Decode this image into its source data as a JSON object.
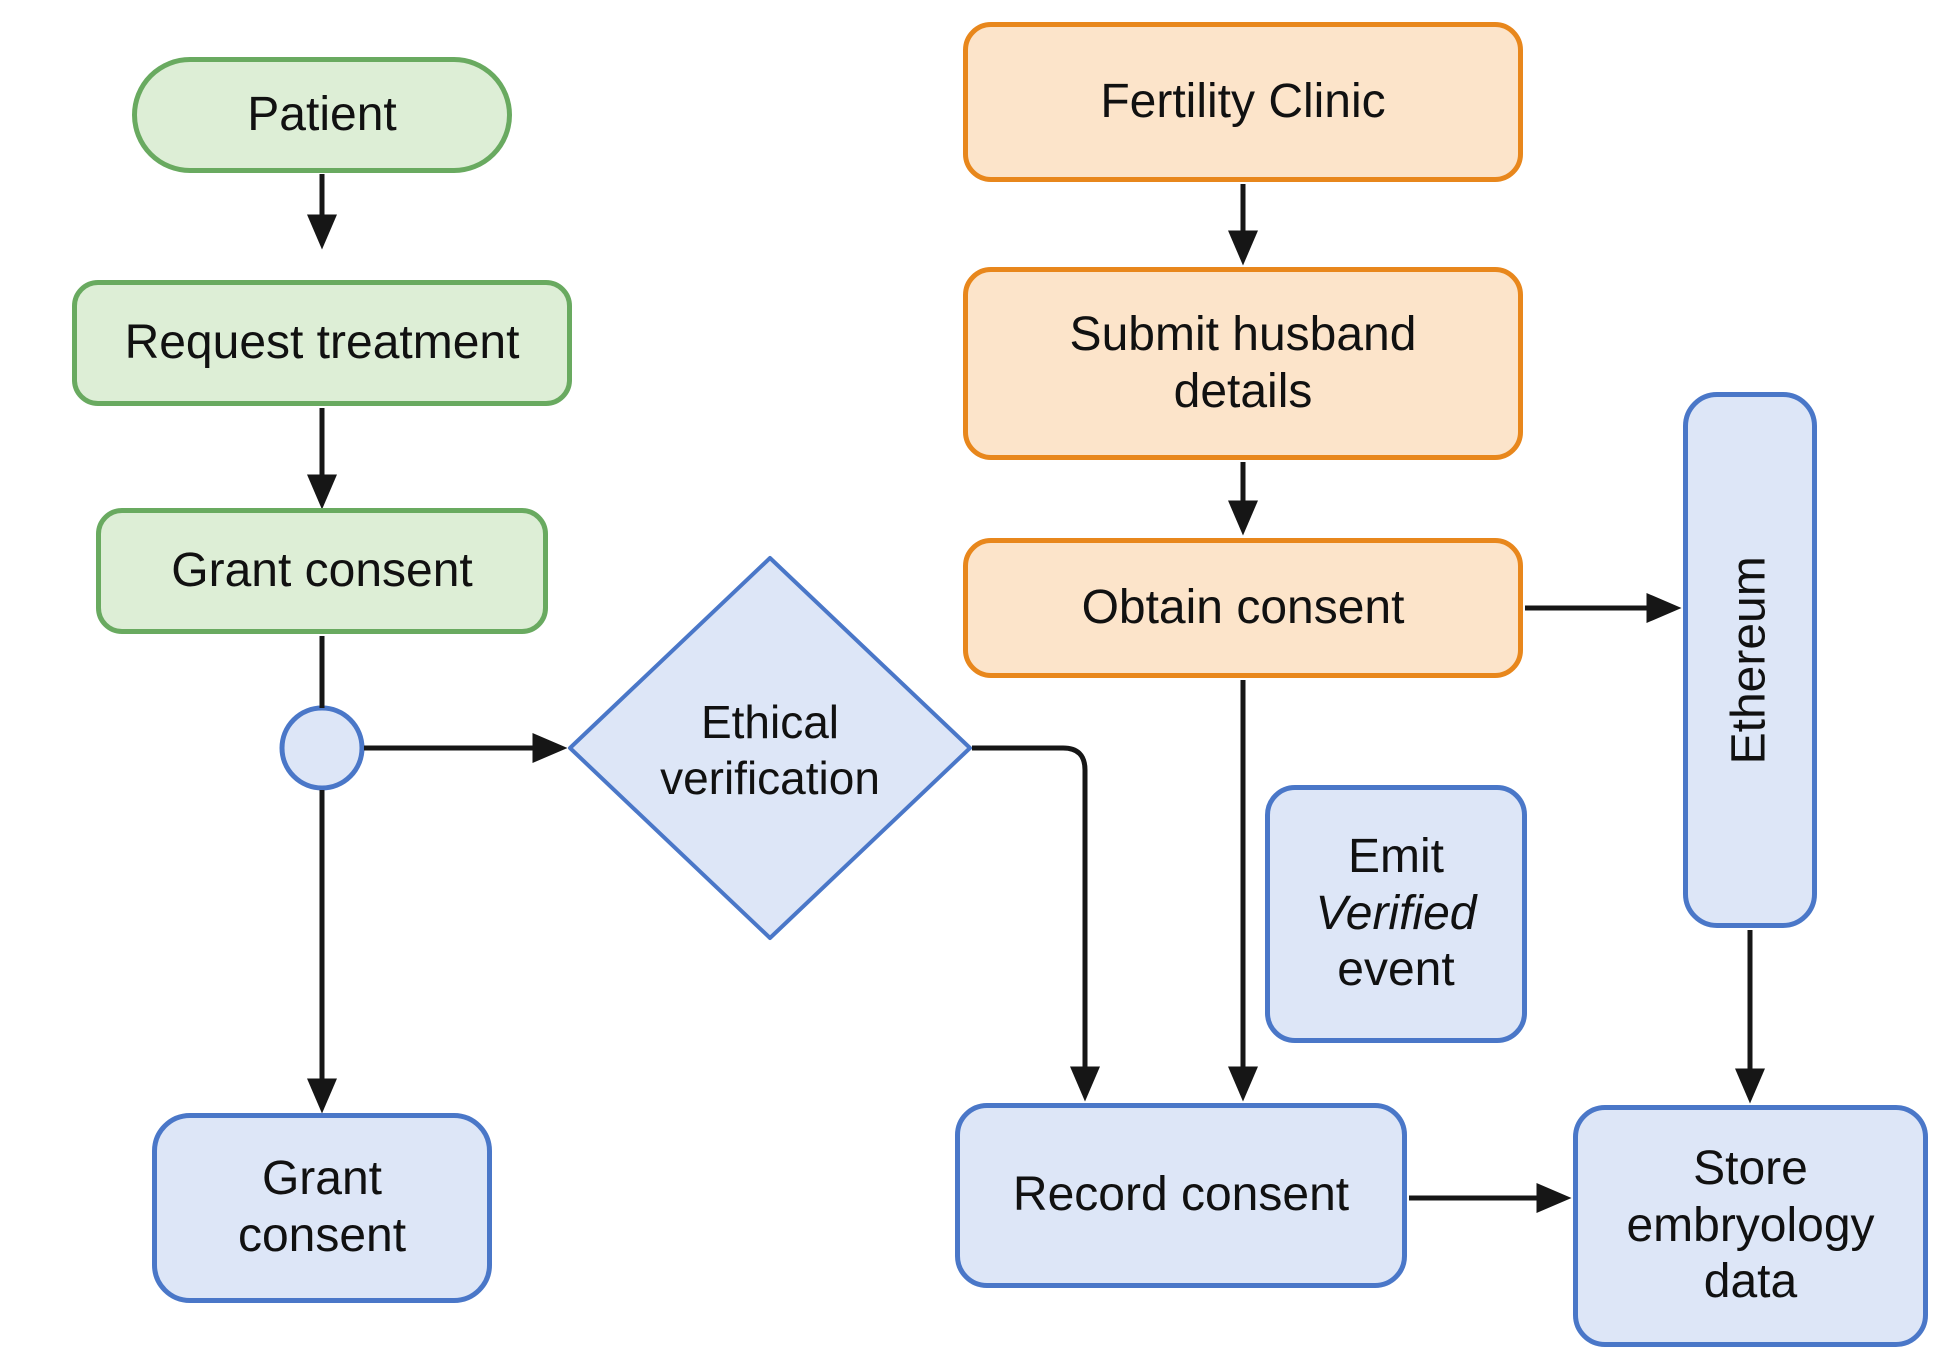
{
  "colors": {
    "background": "#ffffff",
    "text": "#111111",
    "line": "#161616",
    "green_fill": "#ddeed6",
    "green_border": "#69aa60",
    "orange_fill": "#fce4ca",
    "orange_border": "#e8871c",
    "blue_fill": "#dde6f7",
    "blue_border": "#4a77c8"
  },
  "nodes": {
    "patient": {
      "label": "Patient"
    },
    "request_treatment": {
      "label": "Request treatment"
    },
    "grant_consent": {
      "label": "Grant consent"
    },
    "junction": {
      "label": ""
    },
    "ethical_verification": {
      "lines": [
        "Ethical",
        "verification"
      ]
    },
    "fertility_clinic": {
      "label": "Fertility Clinic"
    },
    "submit_husband_details": {
      "lines": [
        "Submit husband",
        "details"
      ]
    },
    "obtain_consent": {
      "label": "Obtain consent"
    },
    "emit_verified_event": {
      "lines": [
        "Emit",
        "Verified",
        "event"
      ],
      "italic_line_index": 1
    },
    "ethereum": {
      "label": "Ethereum"
    },
    "record_consent": {
      "label": "Record consent"
    },
    "grant_consent_onchain": {
      "lines": [
        "Grant",
        "consent"
      ]
    },
    "store_embryology_data": {
      "lines": [
        "Store",
        "embryology",
        "data"
      ]
    }
  },
  "edges": [
    {
      "from": "patient",
      "to": "request_treatment"
    },
    {
      "from": "request_treatment",
      "to": "grant_consent"
    },
    {
      "from": "grant_consent",
      "to": "junction"
    },
    {
      "from": "junction",
      "to": "grant_consent_onchain"
    },
    {
      "from": "junction",
      "to": "ethical_verification"
    },
    {
      "from": "ethical_verification",
      "to": "record_consent"
    },
    {
      "from": "fertility_clinic",
      "to": "submit_husband_details"
    },
    {
      "from": "submit_husband_details",
      "to": "obtain_consent"
    },
    {
      "from": "obtain_consent",
      "to": "record_consent"
    },
    {
      "from": "obtain_consent",
      "to": "ethereum"
    },
    {
      "from": "ethereum",
      "to": "store_embryology_data"
    },
    {
      "from": "record_consent",
      "to": "store_embryology_data"
    }
  ]
}
